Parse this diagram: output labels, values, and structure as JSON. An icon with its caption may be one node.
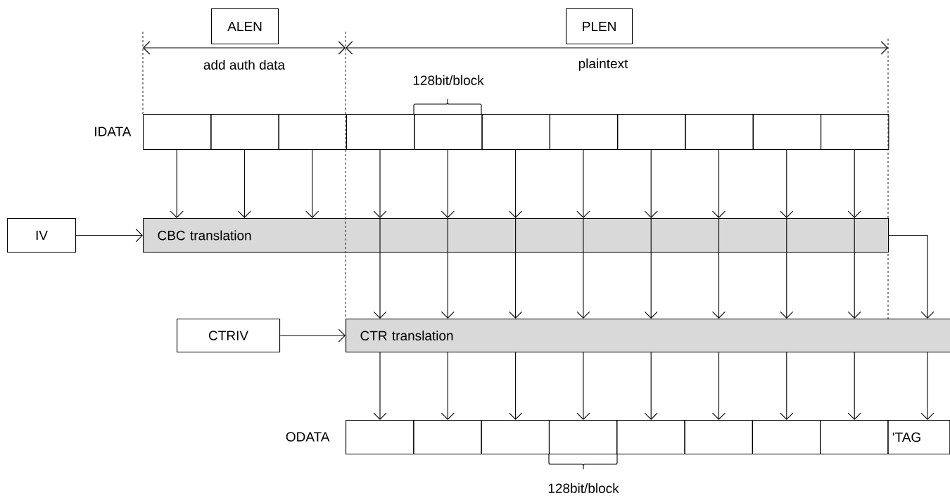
{
  "diagram": {
    "nodes": [
      {
        "text": [
          "ALEN"
        ]
      },
      {
        "text": [
          "PLEN"
        ]
      },
      {
        "text": [],
        "shape": "box"
      },
      {
        "text": [],
        "shape": "box"
      },
      {
        "text": [],
        "shape": "box"
      },
      {
        "text": [],
        "shape": "box"
      },
      {
        "text": [],
        "shape": "box"
      },
      {
        "text": [],
        "shape": "box"
      },
      {
        "text": [],
        "shape": "box"
      },
      {
        "text": [],
        "shape": "box"
      },
      {
        "text": [],
        "shape": "box"
      },
      {
        "text": [],
        "shape": "box"
      },
      {
        "text": [],
        "shape": "box"
      },
      {
        "text": [
          "IV"
        ]
      },
      {
        "text": [
          "CBC translation"
        ]
      },
      {
        "text": [
          "CTRIV"
        ]
      },
      {
        "text": [
          "CTR translation"
        ]
      },
      {
        "text": [],
        "shape": "box"
      },
      {
        "text": [],
        "shape": "box"
      },
      {
        "text": [],
        "shape": "box"
      },
      {
        "text": [],
        "shape": "box"
      },
      {
        "text": [],
        "shape": "box"
      },
      {
        "text": [],
        "shape": "box"
      },
      {
        "text": [],
        "shape": "box"
      },
      {
        "text": [],
        "shape": "box"
      },
      {
        "text": [
          "'TAG"
        ]
      }
    ],
    "edges": [
      {
        "from": 2,
        "to": 14,
        "arrow": "to"
      },
      {
        "from": 3,
        "to": 14,
        "arrow": "to"
      },
      {
        "from": 4,
        "to": 14,
        "arrow": "to"
      },
      {
        "from": 5,
        "to": 14,
        "arrow": "to"
      },
      {
        "from": 6,
        "to": 14,
        "arrow": "to"
      },
      {
        "from": 7,
        "to": 14,
        "arrow": "to"
      },
      {
        "from": 8,
        "to": 14,
        "arrow": "to"
      },
      {
        "from": 9,
        "to": 14,
        "arrow": "to"
      },
      {
        "from": 10,
        "to": 14,
        "arrow": "to"
      },
      {
        "from": 11,
        "to": 14,
        "arrow": "to"
      },
      {
        "from": 12,
        "to": 14,
        "arrow": "to"
      },
      {
        "from": 13,
        "to": 14,
        "arrow": "to"
      },
      {
        "from": 14,
        "to": 16,
        "arrow": "to"
      },
      {
        "from": 14,
        "to": 16,
        "arrow": "to"
      },
      {
        "from": 14,
        "to": 16,
        "arrow": "to"
      },
      {
        "from": 14,
        "to": 16,
        "arrow": "to"
      },
      {
        "from": 14,
        "to": 16,
        "arrow": "to"
      },
      {
        "from": 14,
        "to": 16,
        "arrow": "to"
      },
      {
        "from": 14,
        "to": 16,
        "arrow": "to"
      },
      {
        "from": 14,
        "to": 16,
        "arrow": "to"
      },
      {
        "from": 14,
        "to": 16,
        "arrow": "to"
      },
      {
        "from": 15,
        "to": 16,
        "arrow": "to"
      },
      {
        "from": 16,
        "to": 17,
        "arrow": "to"
      },
      {
        "from": 16,
        "to": 18,
        "arrow": "to"
      },
      {
        "from": 16,
        "to": 19,
        "arrow": "to"
      },
      {
        "from": 16,
        "to": 20,
        "arrow": "to"
      },
      {
        "from": 16,
        "to": 21,
        "arrow": "to"
      },
      {
        "from": 16,
        "to": 22,
        "arrow": "to"
      },
      {
        "from": 16,
        "to": 23,
        "arrow": "to"
      },
      {
        "from": 16,
        "to": 24,
        "arrow": "to"
      },
      {
        "from": 16,
        "to": 25,
        "arrow": "to"
      }
    ],
    "labels": [
      "add auth data",
      "plaintext",
      "128bit/block",
      "IDATA",
      "ODATA",
      "128bit/block"
    ]
  }
}
